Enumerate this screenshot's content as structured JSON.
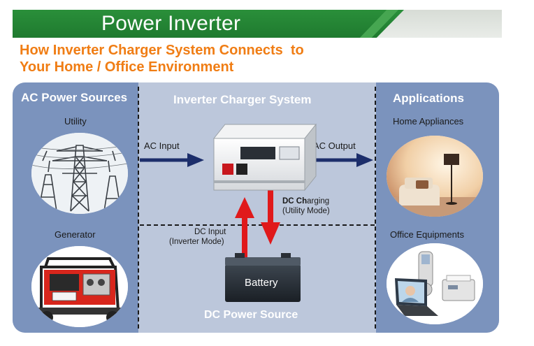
{
  "banner": {
    "title": "Power Inverter"
  },
  "subtitle": {
    "line1": "How Inverter Charger System Connects  to",
    "line2": "Your Home / Office Environment"
  },
  "sections": {
    "left_heading": "AC Power Sources",
    "center_heading": "Inverter Charger System",
    "right_heading": "Applications",
    "bottom_heading": "DC Power Source"
  },
  "sources": [
    {
      "label": "Utility",
      "icon": "power-tower-icon"
    },
    {
      "label": "Generator",
      "icon": "generator-icon"
    }
  ],
  "applications": [
    {
      "label": "Home Appliances",
      "icon": "home-appliances-icon"
    },
    {
      "label": "Office Equipments",
      "icon": "office-equipment-icon"
    }
  ],
  "flows": {
    "ac_input": "AC Input",
    "ac_output": "AC Output",
    "dc_charging_bold": "DC Ch",
    "dc_charging_rest": "arging",
    "dc_charging_mode": "(Utility Mode)",
    "dc_input": "DC Input",
    "dc_input_mode": "(Inverter Mode)"
  },
  "battery": {
    "label": "Battery"
  },
  "colors": {
    "banner_green": "#1f7a2f",
    "subtitle_orange": "#f07d14",
    "arrow_navy": "#1c2e6b",
    "arrow_red": "#e0191b",
    "side_blue": "#7b93bd",
    "center_blue": "#bcc7db"
  }
}
